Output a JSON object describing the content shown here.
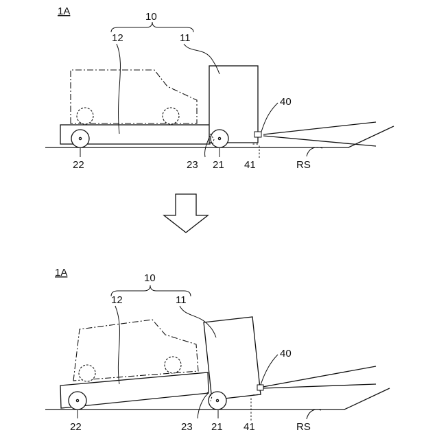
{
  "top_view": {
    "figure_id": "1A",
    "labels": {
      "vehicle": "10",
      "cab": "11",
      "bed": "12",
      "front_wheel": "21",
      "rear_wheel": "22",
      "hinge": "23",
      "sensor": "40",
      "sensor_mount": "41",
      "road_surface": "RS"
    }
  },
  "bottom_view": {
    "figure_id": "1A",
    "labels": {
      "vehicle": "10",
      "cab": "11",
      "bed": "12",
      "front_wheel": "21",
      "rear_wheel": "22",
      "hinge": "23",
      "sensor": "40",
      "sensor_mount": "41",
      "road_surface": "RS"
    }
  },
  "transition_arrow": "down-arrow-icon"
}
